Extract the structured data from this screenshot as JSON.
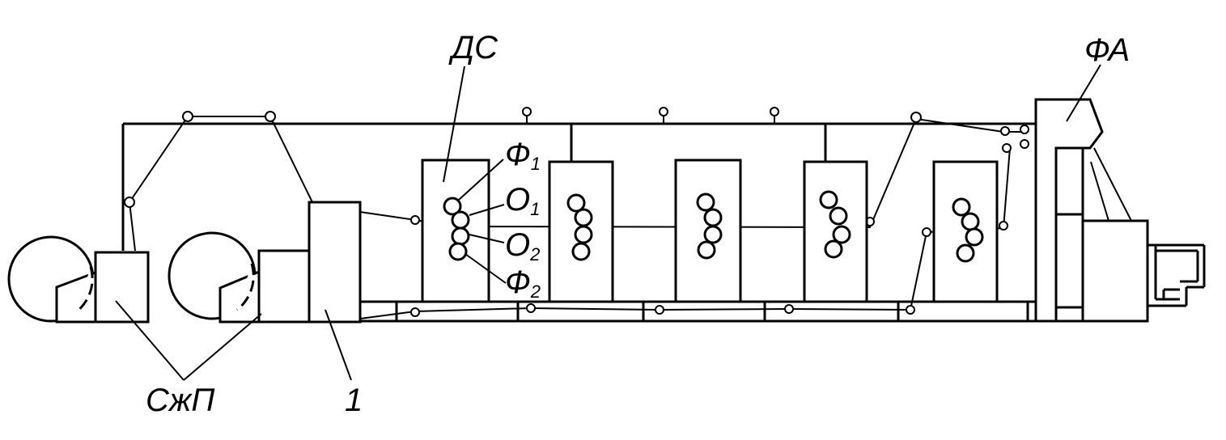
{
  "labels": {
    "dc": "ДС",
    "fa": "ФА",
    "szp": "СжП",
    "one": "1",
    "f1": {
      "main": "Ф",
      "sub": "1"
    },
    "o1": {
      "main": "О",
      "sub": "1"
    },
    "o2": {
      "main": "О",
      "sub": "2"
    },
    "f2": {
      "main": "Ф",
      "sub": "2"
    }
  },
  "colors": {
    "ink": "#000000",
    "paper": "#ffffff"
  }
}
